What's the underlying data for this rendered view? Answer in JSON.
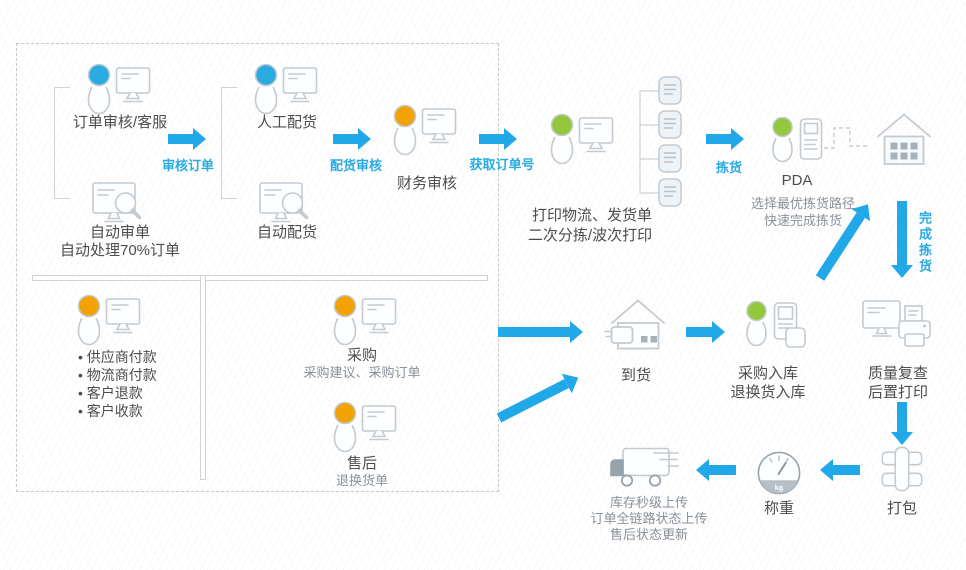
{
  "palette": {
    "arrow_blue": "#21a8e8",
    "label_blue": "#29abe2",
    "head_blue": "#29abe2",
    "head_orange": "#f2a202",
    "head_green": "#93c73c",
    "icon_stroke": "#c3cad1",
    "text_dark": "#4d4d4d",
    "text_gray": "#8a9199"
  },
  "top_box": {
    "order_review_label": "订单审核/客服",
    "auto_review_line1": "自动审单",
    "auto_review_line2": "自动处理70%订单",
    "arrow_review_label": "审核订单",
    "manual_allocation_label": "人工配货",
    "auto_allocation_label": "自动配货",
    "arrow_allocation_label": "配货审核",
    "finance_review_label": "财务审核",
    "arrow_order_no_label": "获取订单号"
  },
  "bottom_box": {
    "payment_items": [
      "供应商付款",
      "物流商付款",
      "客户退款",
      "客户收款"
    ],
    "purchase_label": "采购",
    "purchase_sub": "采购建议、采购订单",
    "aftersale_label": "售后",
    "aftersale_sub": "退换货单"
  },
  "wms": {
    "print_line1": "打印物流、发货单",
    "print_line2": "二次分拣/波次打印",
    "pick_label": "拣货",
    "pda_label": "PDA",
    "pda_sub1": "选择最优拣货路径",
    "pda_sub2": "快速完成拣货",
    "complete_pick_label": "完成拣货",
    "quality_line1": "质量复查",
    "quality_line2": "后置打印",
    "pack_label": "打包",
    "weigh_label": "称重",
    "weigh_unit": "kg",
    "upload_line1": "库存秒级上传",
    "upload_line2": "订单全链路状态上传",
    "upload_line3": "售后状态更新",
    "arrival_label": "到货",
    "inbound_line1": "采购入库",
    "inbound_line2": "退换货入库"
  }
}
